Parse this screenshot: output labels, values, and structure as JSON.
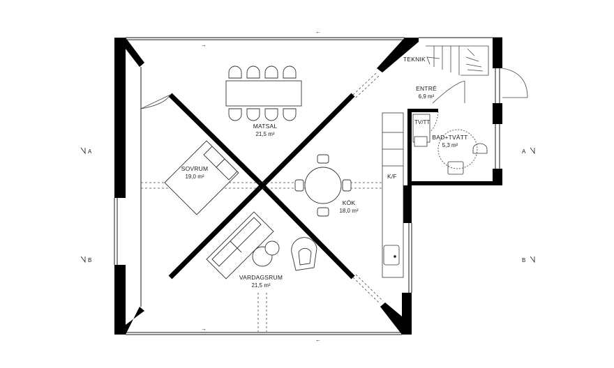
{
  "rooms": {
    "matsal": {
      "name": "MATSAL",
      "area": "21,5 m²"
    },
    "sovrum": {
      "name": "SOVRUM",
      "area": "19,0 m²"
    },
    "kok": {
      "name": "KÖK",
      "area": "18,0 m²"
    },
    "vardagsrum": {
      "name": "VARDAGSRUM",
      "area": "21,5 m²"
    },
    "entre": {
      "name": "ENTRÉ",
      "area": "6,9 m²"
    },
    "bad": {
      "name": "BAD+TVÄTT",
      "area": "5,3 m²"
    }
  },
  "small_labels": {
    "teknik": "TEKNIK",
    "tvtt": "TV/TT",
    "kf": "K/F"
  },
  "sections": {
    "a_left": "A",
    "a_right": "A",
    "b_left": "B",
    "b_right": "B"
  },
  "arrows": {
    "direction_glyph": "←",
    "forward_glyph": "→"
  },
  "colors": {
    "wall": "#000000",
    "line": "#1a1a1a",
    "thin": "#555555",
    "background": "#ffffff"
  }
}
